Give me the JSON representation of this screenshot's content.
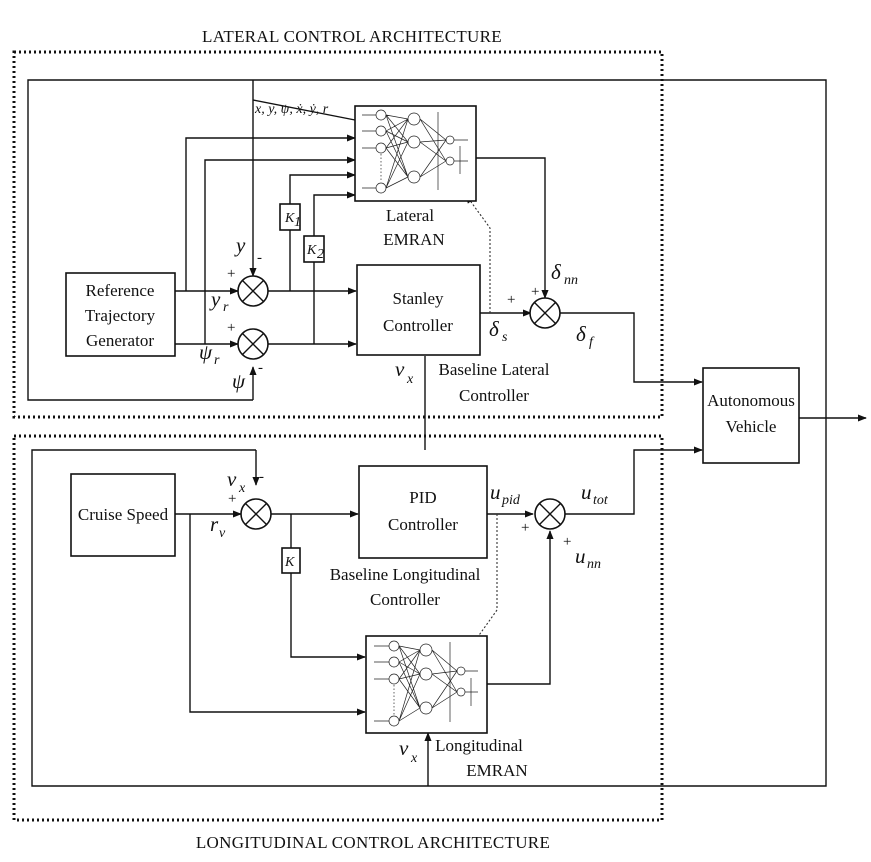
{
  "titles": {
    "lateral": "LATERAL CONTROL  ARCHITECTURE",
    "longitudinal": "LONGITUDINAL CONTROL  ARCHITECTURE"
  },
  "blocks": {
    "reference_trajectory": [
      "Reference",
      "Trajectory",
      "Generator"
    ],
    "stanley": [
      "Stanley",
      "Controller"
    ],
    "baseline_lateral": [
      "Baseline Lateral",
      "Controller"
    ],
    "lateral_emran": [
      "Lateral",
      "EMRAN"
    ],
    "autonomous_vehicle": [
      "Autonomous",
      "Vehicle"
    ],
    "cruise_speed": "Cruise Speed",
    "pid": [
      "PID",
      "Controller"
    ],
    "baseline_longitudinal": [
      "Baseline Longitudinal",
      "Controller"
    ],
    "longitudinal_emran": [
      "Longitudinal",
      "EMRAN"
    ]
  },
  "gains": {
    "k1": "K",
    "k1_sub": "1",
    "k2": "K",
    "k2_sub": "2",
    "k": "K"
  },
  "signals": {
    "state_vector": "x, y, ψ, ẋ, ẏ, r",
    "y": "y",
    "y_r": "y",
    "y_r_sub": "r",
    "psi": "ψ",
    "psi_r": "ψ",
    "psi_r_sub": "r",
    "delta_s": "δ",
    "delta_s_sub": "s",
    "delta_nn": "δ",
    "delta_nn_sub": "nn",
    "delta_f": "δ",
    "delta_f_sub": "f",
    "v_x": "v",
    "v_x_sub": "x",
    "r_v": "r",
    "r_v_sub": "v",
    "u_pid": "u",
    "u_pid_sub": "pid",
    "u_tot": "u",
    "u_tot_sub": "tot",
    "u_nn": "u",
    "u_nn_sub": "nn"
  },
  "signs": {
    "plus": "+",
    "minus": "-"
  }
}
